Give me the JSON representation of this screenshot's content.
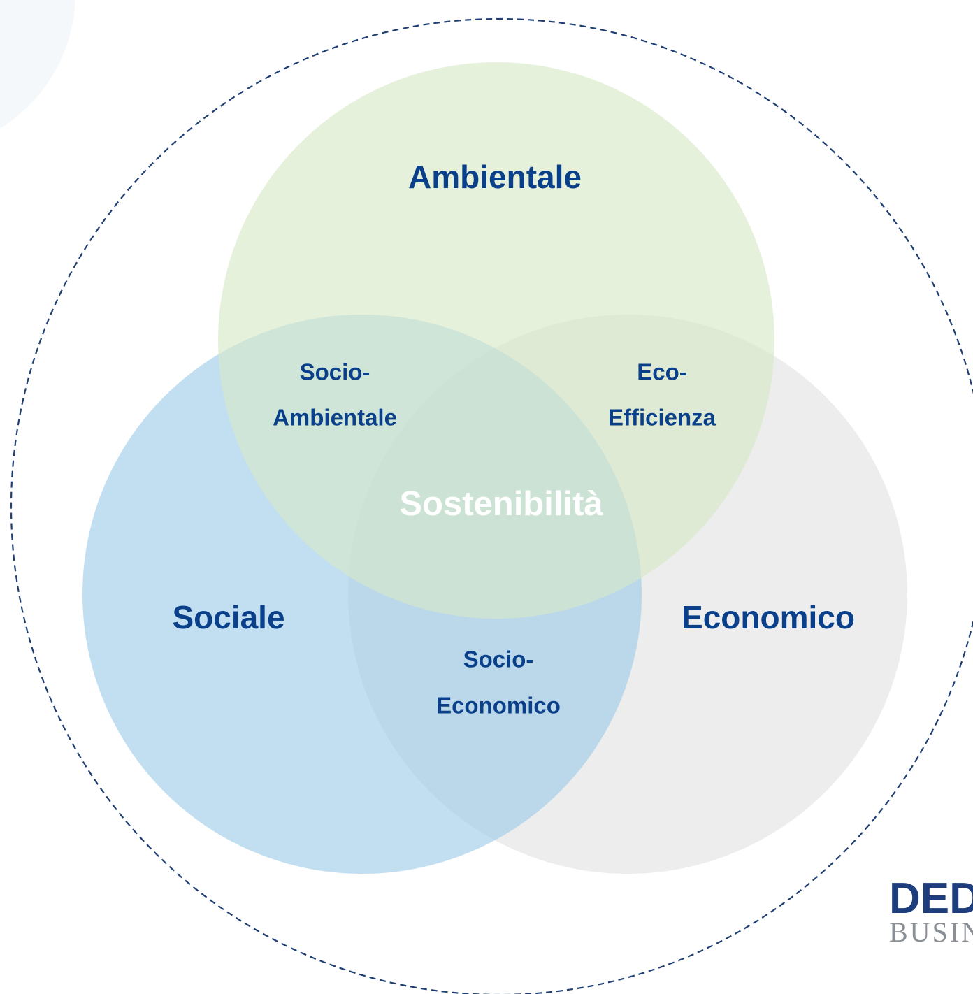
{
  "diagram": {
    "circles": {
      "ambientale": {
        "label": "Ambientale",
        "color": "#d6e8c7"
      },
      "sociale": {
        "label": "Sociale",
        "color": "#9ccbe8"
      },
      "economico": {
        "label": "Economico",
        "color": "#e2e2e2"
      }
    },
    "overlaps": {
      "socio_ambientale": {
        "line1": "Socio-",
        "line2": "Ambientale"
      },
      "eco_efficienza": {
        "line1": "Eco-",
        "line2": "Efficienza"
      },
      "socio_economico": {
        "line1": "Socio-",
        "line2": "Economico"
      }
    },
    "center": {
      "label": "Sostenibilità",
      "color": "#ffffff"
    },
    "label_color": "#0a3f8a",
    "boundary_color": "#1f3f73"
  },
  "logo": {
    "text": "DED",
    "subtext": "BUSINE",
    "color": "#1d3d7c",
    "subtext_color": "#8a8f96"
  },
  "decoration": {
    "corner_shape_color": "#f4f8fb"
  }
}
